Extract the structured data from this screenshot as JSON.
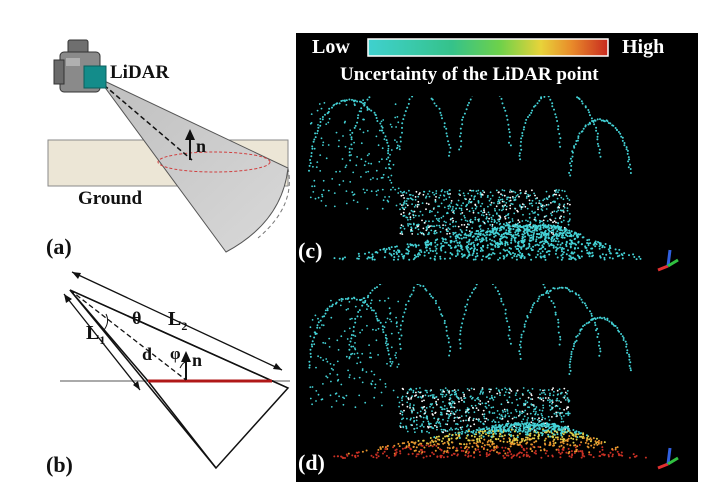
{
  "panel_a": {
    "lidar_label": "LiDAR",
    "normal_label": "n",
    "ground_label": "Ground",
    "panel_label": "(a)"
  },
  "panel_b": {
    "panel_label": "(b)",
    "L1_base": "L",
    "L1_sub": "1",
    "L2_base": "L",
    "L2_sub": "2",
    "theta": "θ",
    "d": "d",
    "phi": "φ",
    "normal_label": "n"
  },
  "colorbar": {
    "low_label": "Low",
    "high_label": "High",
    "title": "Uncertainty of the LiDAR point",
    "colors": [
      "#3fd1cf",
      "#35c28a",
      "#6ed14a",
      "#e8d33a",
      "#e88a2a",
      "#c82a20"
    ]
  },
  "panel_c": {
    "panel_label": "(c)",
    "point_color": "#44d2d6"
  },
  "panel_d": {
    "panel_label": "(d)",
    "near_colors": [
      "#e0d04a",
      "#e8962e",
      "#c83024"
    ]
  },
  "axis_gizmo_colors": {
    "x": "#e03030",
    "y": "#3060e0",
    "z": "#30c040"
  }
}
